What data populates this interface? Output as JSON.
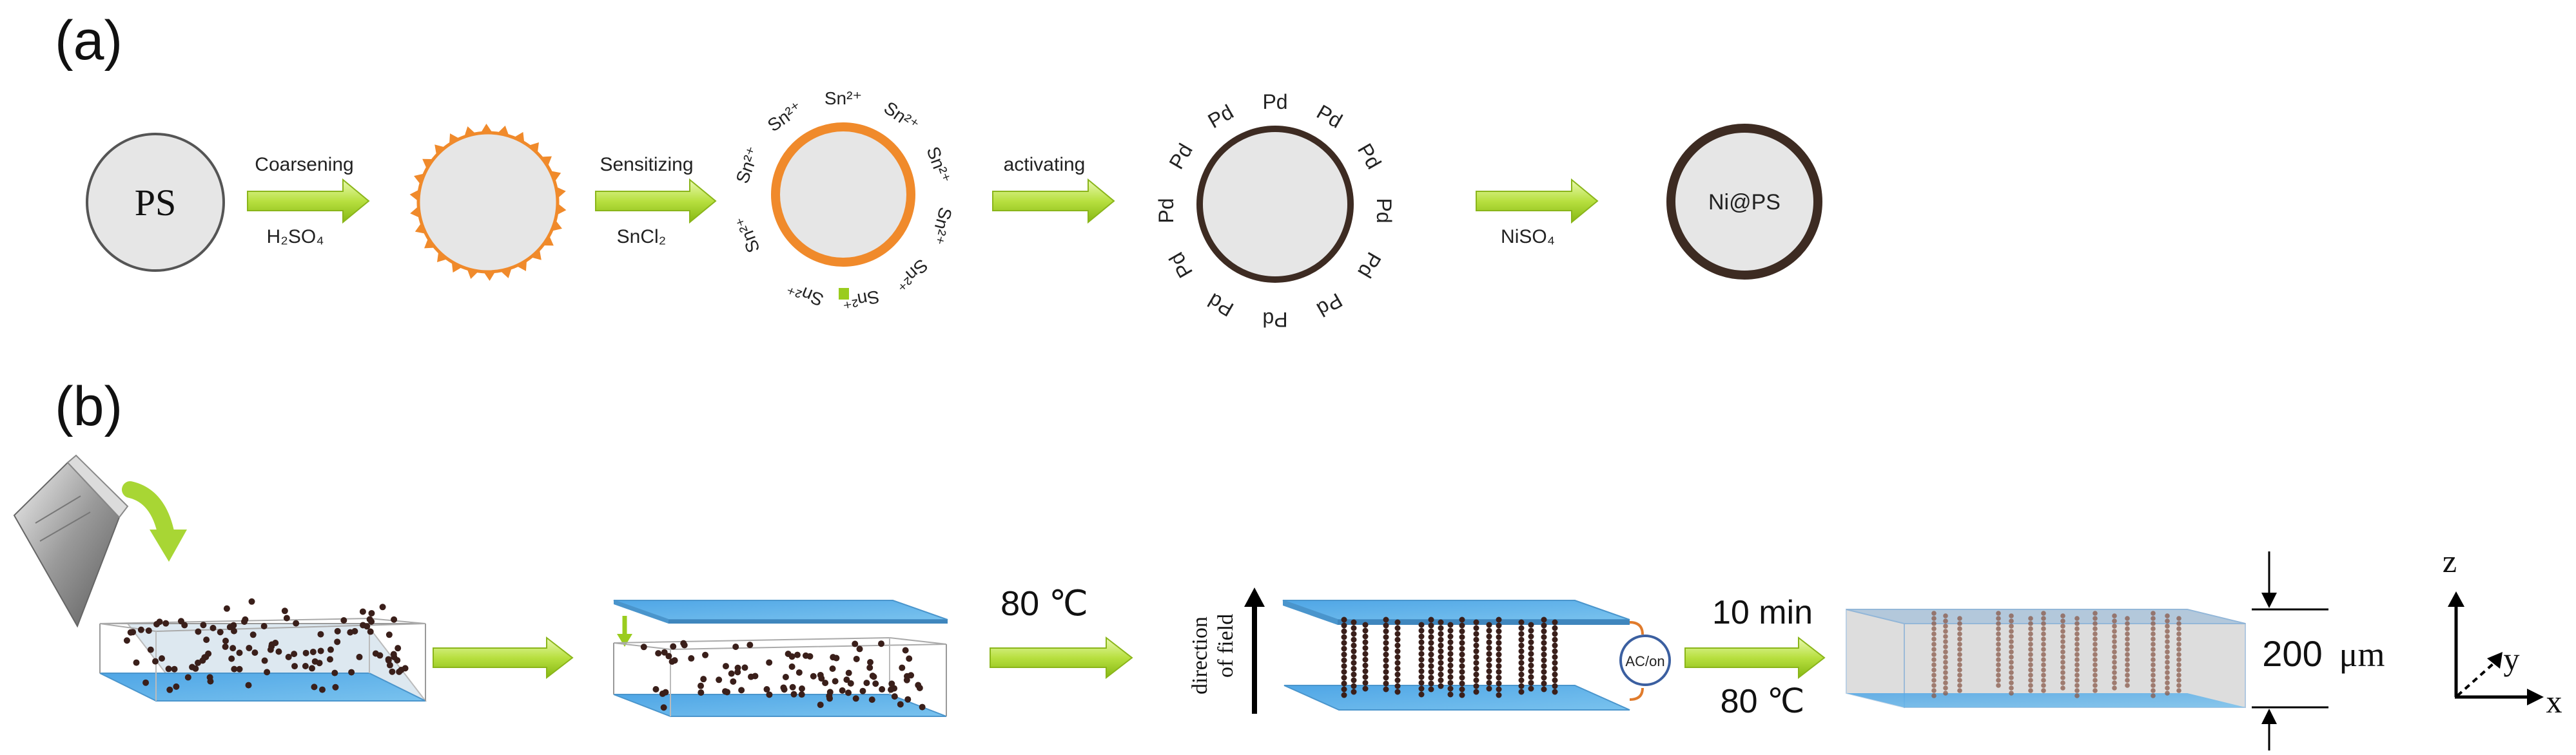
{
  "panel_a": {
    "label": "(a)",
    "ps_label": "PS",
    "step1": {
      "above": "Coarsening",
      "below": "H₂SO₄"
    },
    "step2": {
      "above": "Sensitizing",
      "below": "SnCl₂"
    },
    "step3": {
      "above": "activating"
    },
    "step4": {
      "below": "NiSO₄"
    },
    "sn_ion": "Sn²⁺",
    "pd_label": "Pd",
    "final_label": "Ni@PS"
  },
  "panel_b": {
    "label": "(b)",
    "temp1": "80 ℃",
    "field_line1": "direction",
    "field_line2": "of field",
    "ac_label": "AC/on",
    "time_label": "10 min",
    "temp2": "80 ℃",
    "thickness_value": "200",
    "thickness_unit": "μm",
    "axis_z": "z",
    "axis_y": "y",
    "axis_x": "x"
  },
  "colors": {
    "arrow_green_light": "#e2f5a0",
    "arrow_green": "#9acc1e",
    "sphere_fill": "#e6e6e6",
    "orange": "#f08a2b",
    "dark_brown": "#3d2b22",
    "plate_blue": "#62b3e8",
    "particle": "#3a1f1a"
  }
}
